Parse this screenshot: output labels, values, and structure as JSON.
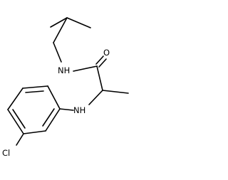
{
  "molecule": {
    "atoms": {
      "oxygen": "O",
      "amide_nitrogen": "NH",
      "amine_nitrogen": "NH",
      "chlorine": "Cl"
    },
    "colors": {
      "bonds": "#000000",
      "labels": "#000000",
      "background": "#ffffff"
    }
  }
}
